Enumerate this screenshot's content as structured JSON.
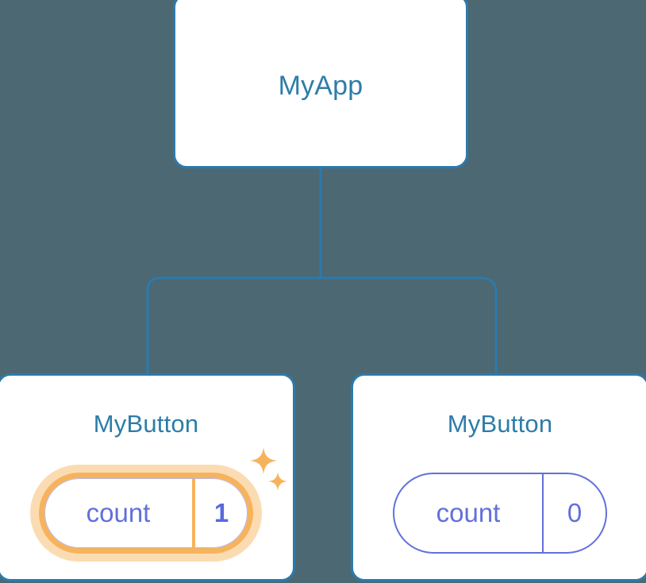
{
  "diagram": {
    "type": "component-tree",
    "background_color": "#4c6873",
    "node_border_color": "#2d7aad",
    "title_color": "#2d7da8",
    "state_color": "#6270db",
    "highlight_color": "#f7b35c",
    "highlight_glow_color": "#fbdcb2"
  },
  "root": {
    "label": "MyApp"
  },
  "children": [
    {
      "label": "MyButton",
      "state": {
        "key": "count",
        "value": "1"
      },
      "highlighted": true,
      "sparkles": [
        "sparkle-icon",
        "sparkle-icon"
      ]
    },
    {
      "label": "MyButton",
      "state": {
        "key": "count",
        "value": "0"
      },
      "highlighted": false
    }
  ]
}
